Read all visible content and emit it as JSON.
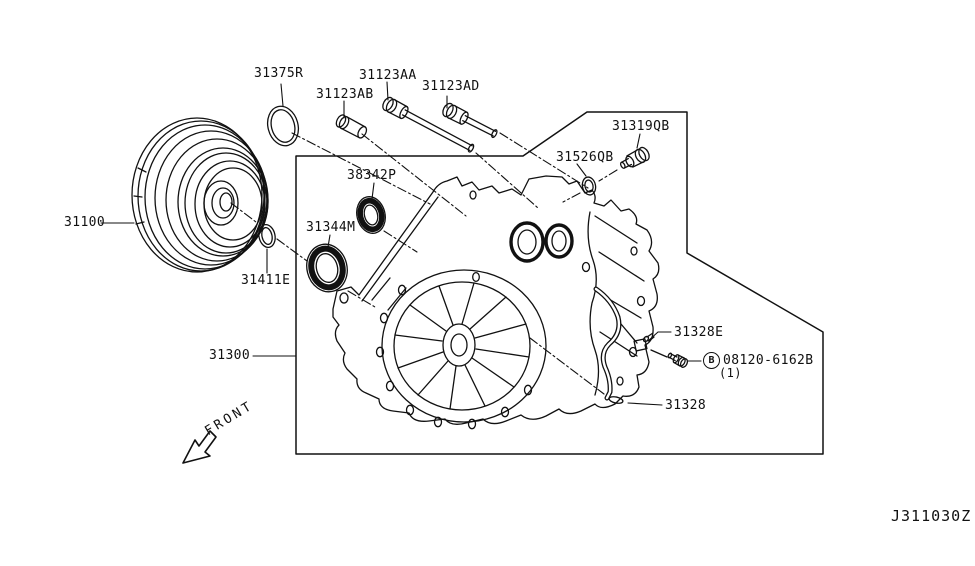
{
  "diagram": {
    "code": "J311030Z",
    "front_label": "FRONT",
    "background": "#ffffff",
    "line_color": "#111111",
    "parts": {
      "p31100": "31100",
      "p31300": "31300",
      "p31375R": "31375R",
      "p31123AA": "31123AA",
      "p31123AB": "31123AB",
      "p31123AD": "31123AD",
      "p31319QB": "31319QB",
      "p31526QB": "31526QB",
      "p38342P": "38342P",
      "p31344M": "31344M",
      "p31411E": "31411E",
      "p31328": "31328",
      "p31328E": "31328E"
    },
    "fastener": {
      "prefix": "B",
      "part_number": "08120-6162B",
      "quantity": "(1)"
    }
  }
}
